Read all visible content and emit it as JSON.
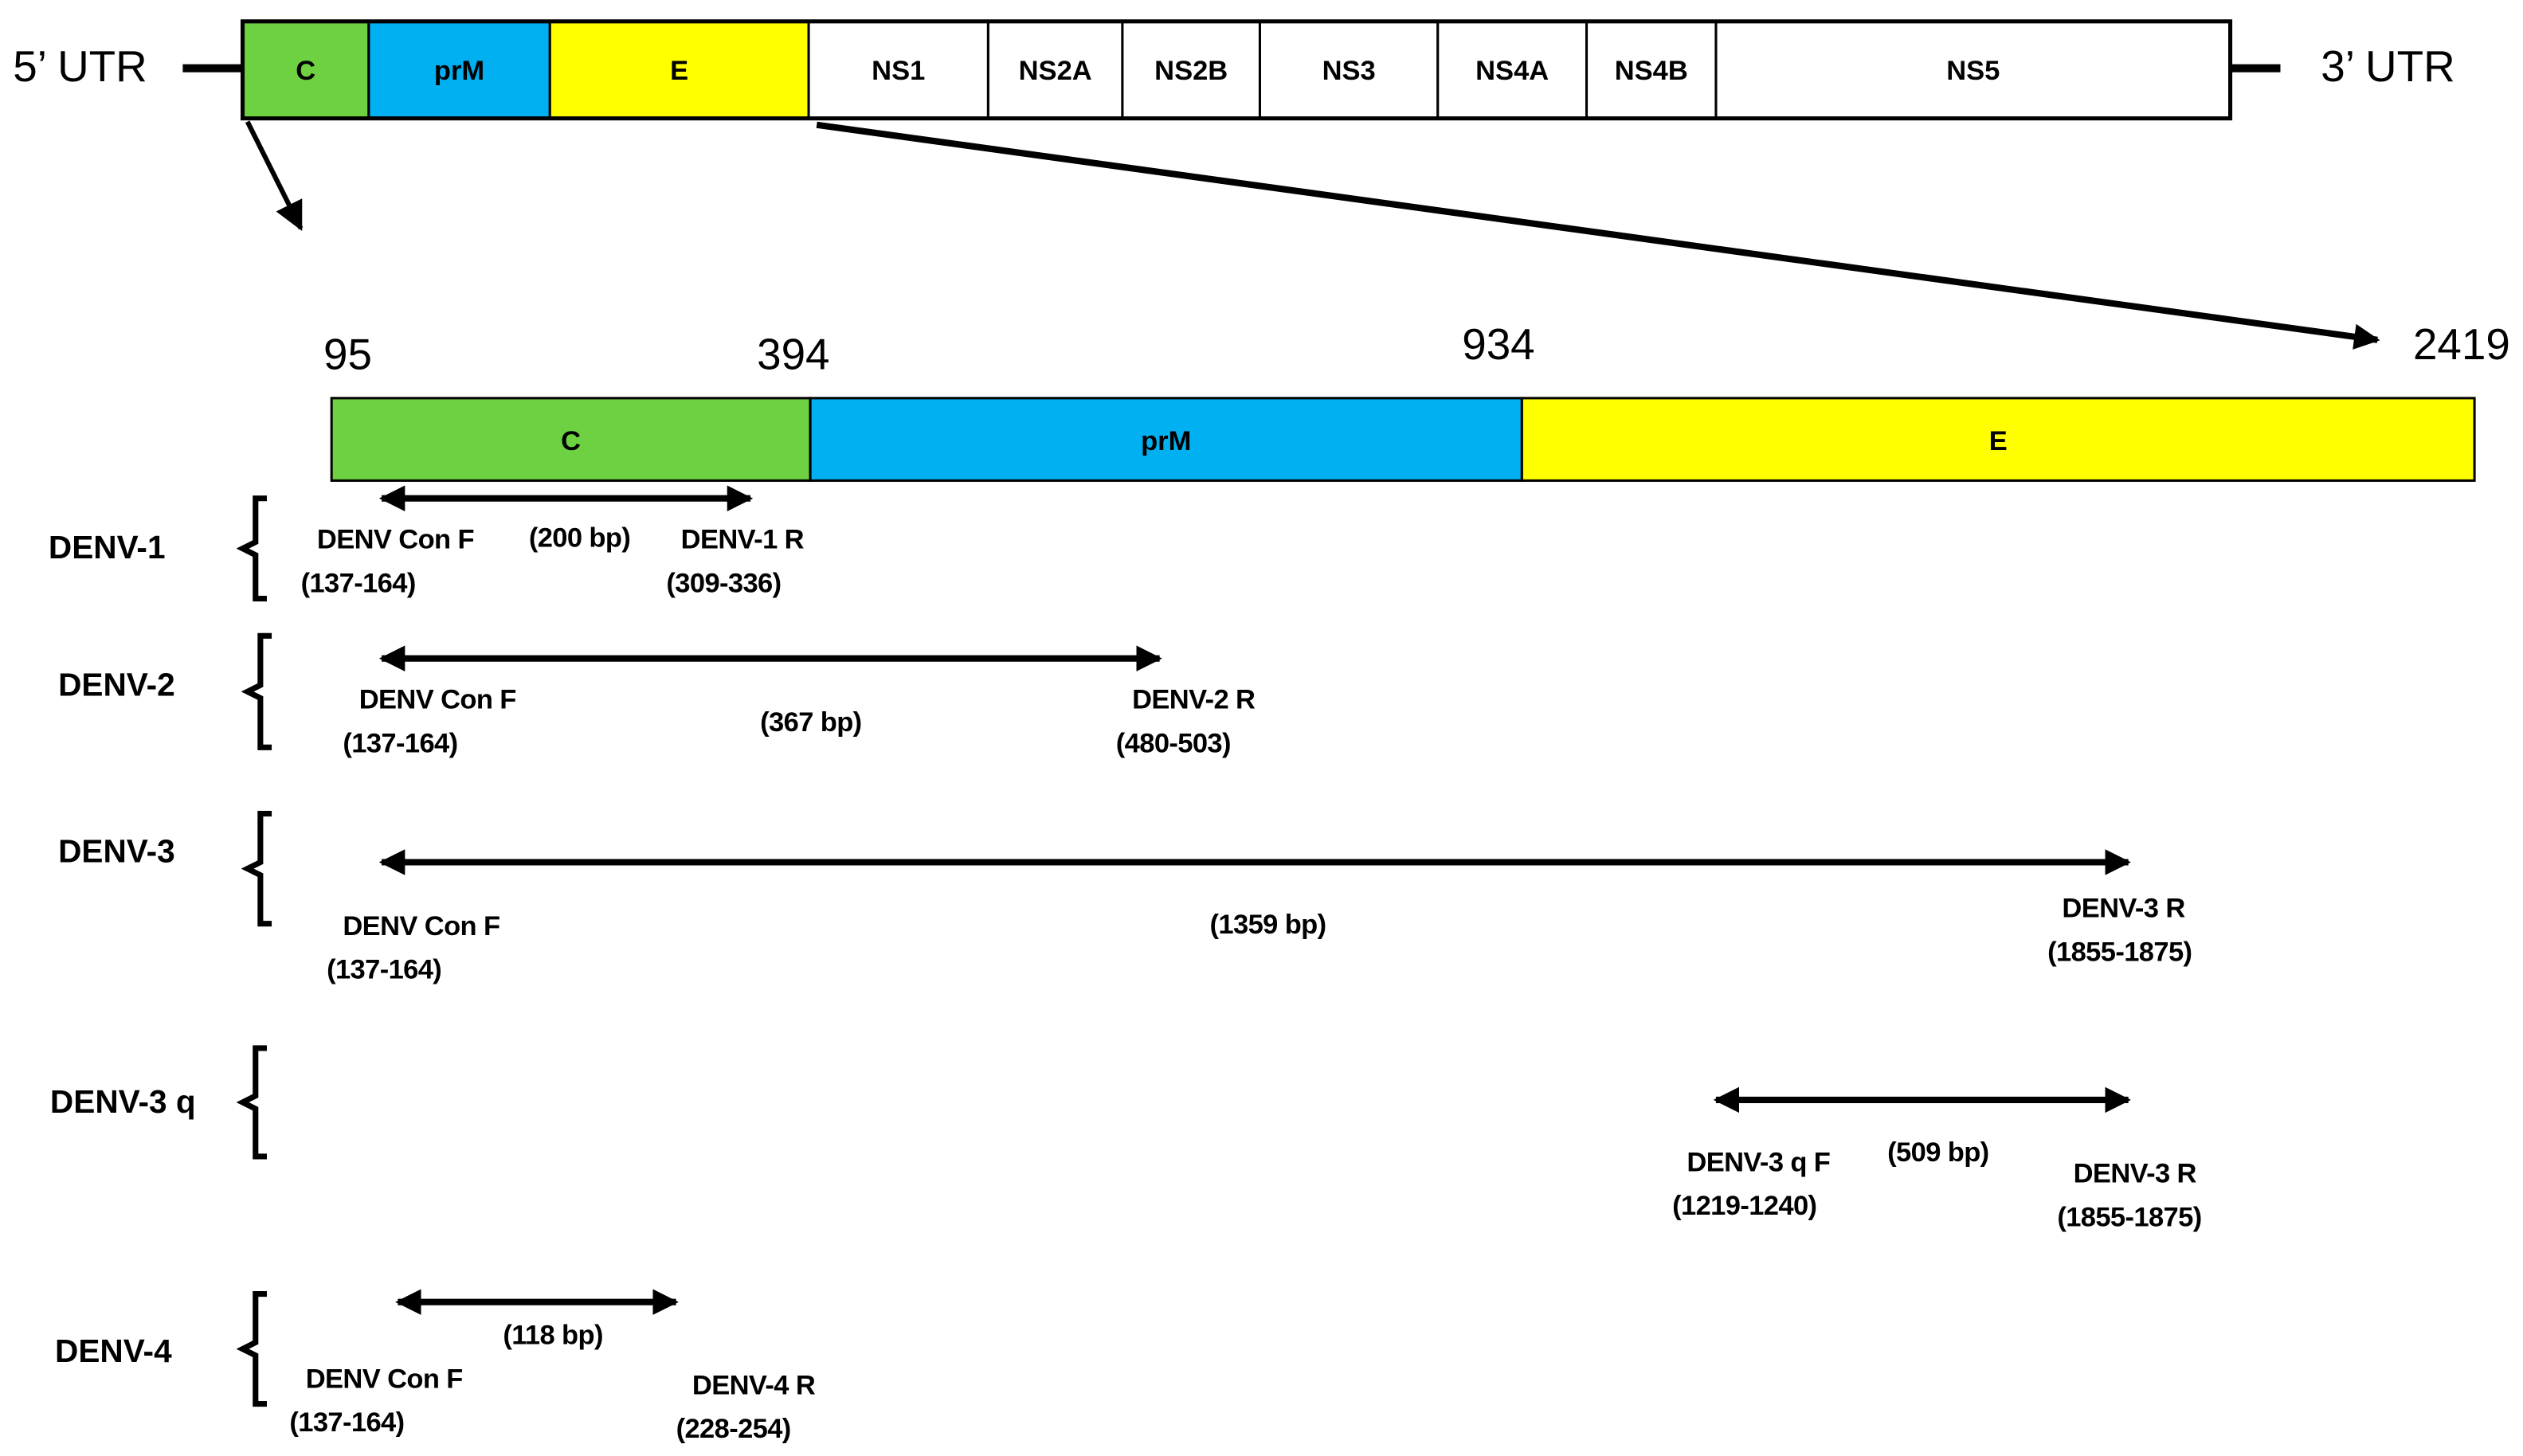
{
  "genome": {
    "utr5": "5’ UTR",
    "utr3": "3’ UTR",
    "segments": [
      {
        "label": "C",
        "color": "#6dd141"
      },
      {
        "label": "prM",
        "color": "#00b0f0"
      },
      {
        "label": "E",
        "color": "#ffff00"
      },
      {
        "label": "NS1",
        "color": "#ffffff"
      },
      {
        "label": "NS2A",
        "color": "#ffffff"
      },
      {
        "label": "NS2B",
        "color": "#ffffff"
      },
      {
        "label": "NS3",
        "color": "#ffffff"
      },
      {
        "label": "NS4A",
        "color": "#ffffff"
      },
      {
        "label": "NS4B",
        "color": "#ffffff"
      },
      {
        "label": "NS5",
        "color": "#ffffff"
      }
    ]
  },
  "zoom": {
    "positions": [
      "95",
      "394",
      "934",
      "2419"
    ],
    "segments": [
      {
        "label": "C",
        "color": "#6dd141"
      },
      {
        "label": "prM",
        "color": "#00b0f0"
      },
      {
        "label": "E",
        "color": "#ffff00"
      }
    ]
  },
  "rows": [
    {
      "name": "DENV-1",
      "size": "(200 bp)",
      "forward": {
        "name": "DENV Con F",
        "range": "(137-164)"
      },
      "reverse": {
        "name": "DENV-1 R",
        "range": "(309-336)"
      }
    },
    {
      "name": "DENV-2",
      "size": "(367 bp)",
      "forward": {
        "name": "DENV Con F",
        "range": "(137-164)"
      },
      "reverse": {
        "name": "DENV-2 R",
        "range": "(480-503)"
      }
    },
    {
      "name": "DENV-3",
      "size": "(1359 bp)",
      "forward": {
        "name": "DENV Con F",
        "range": "(137-164)"
      },
      "reverse": {
        "name": "DENV-3 R",
        "range": "(1855-1875)"
      }
    },
    {
      "name": "DENV-3 q",
      "size": "(509 bp)",
      "forward": {
        "name": "DENV-3 q F",
        "range": "(1219-1240)"
      },
      "reverse": {
        "name": "DENV-3 R",
        "range": "(1855-1875)"
      }
    },
    {
      "name": "DENV-4",
      "size": "(118 bp)",
      "forward": {
        "name": "DENV Con F",
        "range": "(137-164)"
      },
      "reverse": {
        "name": "DENV-4 R",
        "range": "(228-254)"
      }
    }
  ]
}
